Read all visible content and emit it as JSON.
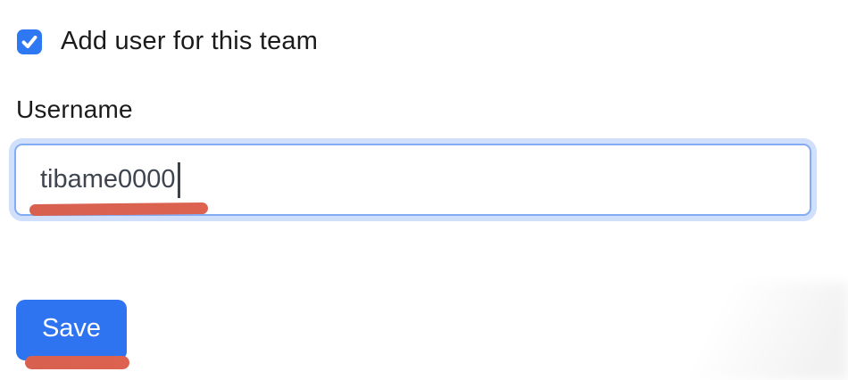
{
  "form": {
    "checkbox": {
      "label": "Add user for this team",
      "checked": true
    },
    "username": {
      "label": "Username",
      "value": "tibame0000",
      "placeholder": ""
    },
    "save_button": {
      "label": "Save"
    }
  },
  "annotations": {
    "underline_input": "red-marker-stroke",
    "underline_save": "red-marker-stroke"
  },
  "colors": {
    "checkbox_blue": "#2e78f4",
    "button_blue": "#2e74f0",
    "focus_ring": "#cfdffc",
    "focus_border": "#84acf4",
    "annotation_red": "#dc6150",
    "label_text": "#1b1b1b",
    "input_text": "#3e4550"
  },
  "icons": {
    "checkbox_check": "check-mark"
  }
}
